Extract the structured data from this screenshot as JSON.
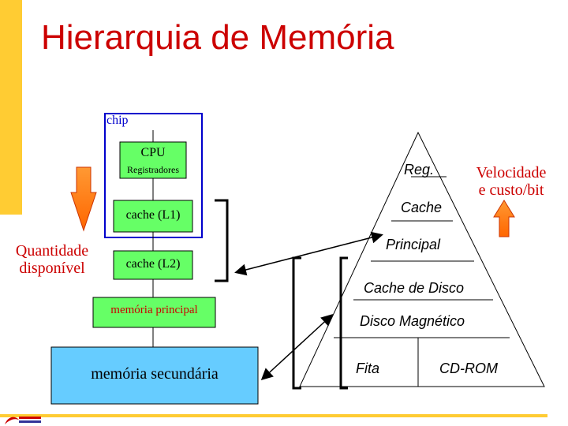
{
  "title": "Hierarquia de Memória",
  "chip": {
    "label": "chip"
  },
  "cpu": {
    "label": "CPU",
    "sublabel": "Registradores"
  },
  "cache_l1": {
    "label": "cache (L1)"
  },
  "cache_l2": {
    "label": "cache (L2)"
  },
  "main_memory": {
    "label": "memória principal"
  },
  "secondary_memory": {
    "label": "memória secundária"
  },
  "left_arrow_label": {
    "line1": "Quantidade",
    "line2": "disponível"
  },
  "right_arrow_label": {
    "line1": "Velocidade",
    "line2": "e custo/bit"
  },
  "pyramid": {
    "levels": [
      "Reg.",
      "Cache",
      "Principal",
      "Cache de Disco",
      "Disco Magnético"
    ],
    "base_left": "Fita",
    "base_right": "CD-ROM"
  },
  "colors": {
    "title": "#cc0000",
    "accent_yellow": "#ffcc33",
    "box_green": "#66ff66",
    "secondary_blue": "#66ccff",
    "chip_border": "#0000cc",
    "arrow_orange": "#ff6600",
    "label_red": "#cc0000"
  },
  "icons": [
    "down-arrow-icon",
    "up-arrow-icon",
    "bidirectional-arrow-icon",
    "logo-icon"
  ]
}
